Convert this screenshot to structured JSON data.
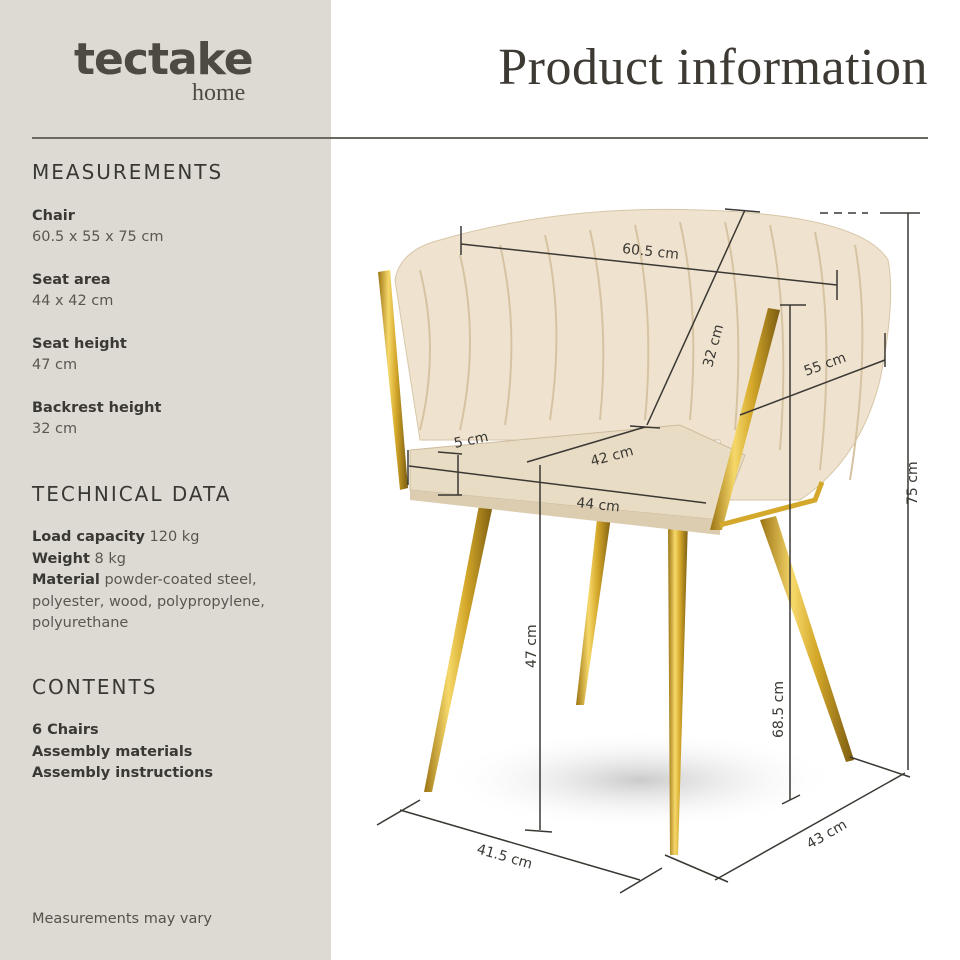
{
  "brand": {
    "name": "tectake",
    "sub": "home"
  },
  "header": {
    "title": "Product information"
  },
  "measurements": {
    "heading": "MEASUREMENTS",
    "items": [
      {
        "label": "Chair",
        "value": "60.5 x 55 x 75 cm"
      },
      {
        "label": "Seat area",
        "value": "44 x 42 cm"
      },
      {
        "label": "Seat height",
        "value": "47 cm"
      },
      {
        "label": "Backrest height",
        "value": "32 cm"
      }
    ]
  },
  "technical": {
    "heading": "TECHNICAL DATA",
    "load_label": "Load capacity",
    "load_value": " 120 kg",
    "weight_label": "Weight",
    "weight_value": " 8 kg",
    "material_label": "Material",
    "material_value": " powder-coated steel, polyester, wood, polypropylene, polyurethane"
  },
  "contents": {
    "heading": "CONTENTS",
    "items": [
      "6 Chairs",
      "Assembly materials",
      "Assembly instructions"
    ]
  },
  "footnote": "Measurements may vary",
  "diagram": {
    "dims": {
      "width": "60.5 cm",
      "backrest": "32 cm",
      "depth": "55 cm",
      "cushion": "5 cm",
      "seat_depth": "42 cm",
      "seat_width": "44 cm",
      "seat_height": "47 cm",
      "arm_height": "68.5 cm",
      "total_height": "75 cm",
      "base_width": "41.5 cm",
      "base_depth": "43 cm"
    }
  },
  "colors": {
    "sidebar": "#dddad3",
    "text": "#3a3833",
    "gold": "#d4a82a",
    "fabric": "#efe3cf"
  }
}
